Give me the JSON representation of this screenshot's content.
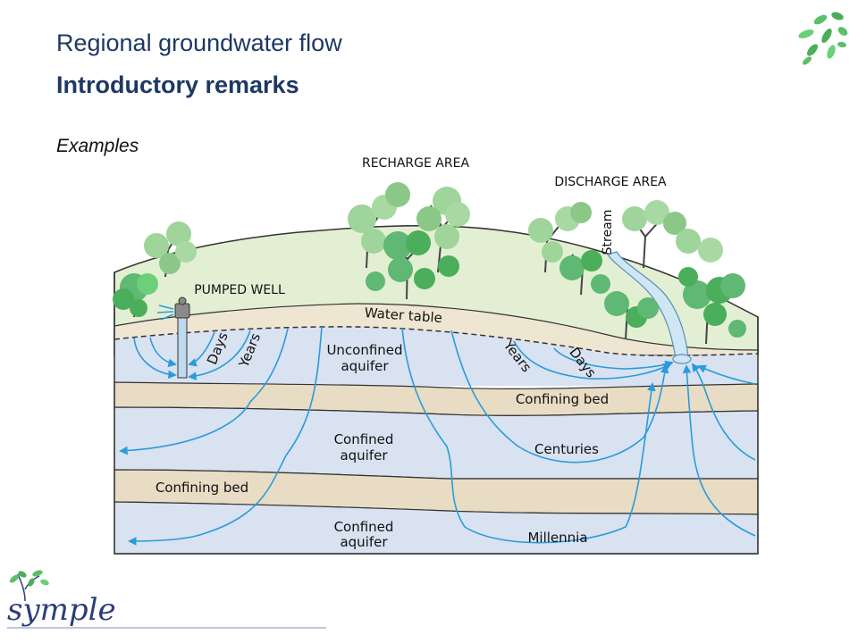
{
  "slide": {
    "title": "Regional groundwater flow",
    "subtitle": "Introductory remarks",
    "examples_label": "Examples"
  },
  "diagram": {
    "labels": {
      "recharge_area": "RECHARGE AREA",
      "discharge_area": "DISCHARGE AREA",
      "pumped_well": "PUMPED WELL",
      "stream": "Stream",
      "water_table": "Water table",
      "days_left": "Days",
      "years_left": "Years",
      "unconfined_aquifer_line1": "Unconfined",
      "unconfined_aquifer_line2": "aquifer",
      "years_right": "Years",
      "days_right": "Days",
      "confining_bed_upper": "Confining bed",
      "confined_aquifer_upper_line1": "Confined",
      "confined_aquifer_upper_line2": "aquifer",
      "centuries": "Centuries",
      "confining_bed_lower": "Confining bed",
      "confined_aquifer_lower_line1": "Confined",
      "confined_aquifer_lower_line2": "aquifer",
      "millennia": "Millennia"
    },
    "colors": {
      "land": "#e3efd3",
      "unsaturated": "#efe6d2",
      "aquifer": "#d8e2f0",
      "confining_bed": "#e8dcc4",
      "flow_line": "#2a9bdc",
      "stream": "#cfe7f4",
      "tree_dark": "#5fb873",
      "tree_light": "#9fd49a"
    }
  },
  "logo": {
    "text": "symple"
  }
}
